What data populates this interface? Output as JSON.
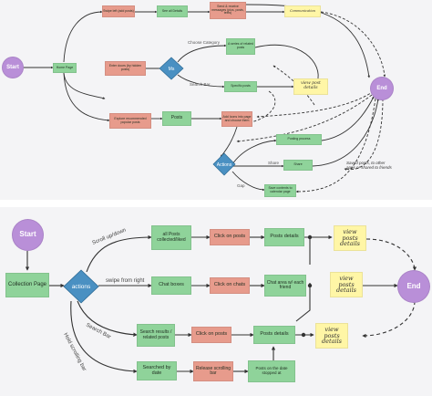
{
  "top": {
    "start": "Start",
    "end": "End",
    "home_page": "Home Page",
    "swipe_left": "Swipe left (add posts)",
    "see_details": "See all Details",
    "send_msg": "Send & receive messages (pics, posts, texts)",
    "communication": "Communication",
    "enter_doors": "Enter doors (by hidden posts)",
    "decision": "Ms",
    "choose_category": "Choose Category",
    "search_bar": "Search Bar",
    "series_related": "A series of related posts",
    "specific_posts": "Specific posts",
    "view_details": "view post details",
    "explore": "Explore recommended popular posts",
    "posts": "Posts",
    "add_into": "Add Icons into page and choose them",
    "actions": "Actions",
    "posting_process": "Posting process",
    "share": "Share",
    "share_label": "Share",
    "gap": "Gap",
    "save_shared": "Saved posts, to other apps or shared to friends",
    "save_create": "Save contents to calendar page"
  },
  "bottom": {
    "start": "Start",
    "end": "End",
    "collection_page": "Collection Page",
    "actions": "actions",
    "scroll": "Scroll up/down",
    "swipe_right": "swipe from right",
    "search_bar": "Search Bar",
    "hold_scroll": "Hold scrolling bar",
    "all_posts": "all Posts collected/liked",
    "click_posts": "Click on posts",
    "posts_details": "Posts details",
    "view_details_1": "view posts details",
    "chat_boxes": "Chat boxes",
    "click_chats": "Click on chats",
    "chat_area": "Chat area w/ each friend",
    "view_details_2": "view posts details",
    "search_results": "Search results / related posts",
    "click_posts_2": "Click on posts",
    "posts_details_2": "Posts details",
    "view_details_3": "view posts details",
    "searched_date": "Searched by date",
    "release_bar": "Release scrolling bar",
    "posts_date": "Posts on the date stopped at"
  }
}
